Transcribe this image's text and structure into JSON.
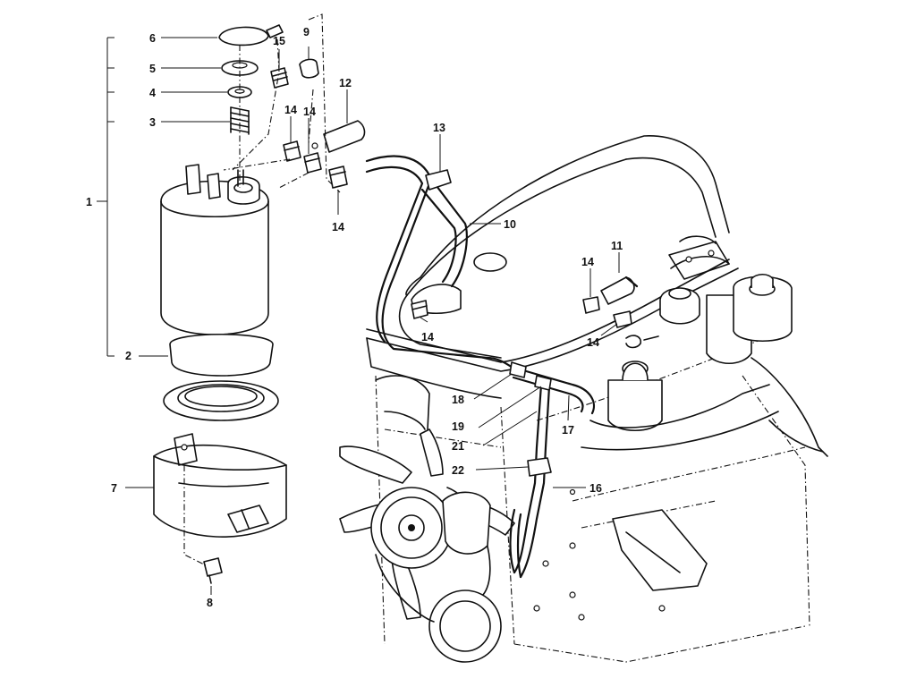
{
  "callouts": [
    {
      "id": "c1",
      "text": "1"
    },
    {
      "id": "c2",
      "text": "2"
    },
    {
      "id": "c3",
      "text": "3"
    },
    {
      "id": "c4",
      "text": "4"
    },
    {
      "id": "c5",
      "text": "5"
    },
    {
      "id": "c6",
      "text": "6"
    },
    {
      "id": "c7",
      "text": "7"
    },
    {
      "id": "c8",
      "text": "8"
    },
    {
      "id": "c9",
      "text": "9"
    },
    {
      "id": "c10",
      "text": "10"
    },
    {
      "id": "c11",
      "text": "11"
    },
    {
      "id": "c12",
      "text": "12"
    },
    {
      "id": "c13",
      "text": "13"
    },
    {
      "id": "c14a",
      "text": "14"
    },
    {
      "id": "c14b",
      "text": "14"
    },
    {
      "id": "c14c",
      "text": "14"
    },
    {
      "id": "c14d",
      "text": "14"
    },
    {
      "id": "c14e",
      "text": "14"
    },
    {
      "id": "c14f",
      "text": "14"
    },
    {
      "id": "c15",
      "text": "15"
    },
    {
      "id": "c16",
      "text": "16"
    },
    {
      "id": "c17",
      "text": "17"
    },
    {
      "id": "c18",
      "text": "18"
    },
    {
      "id": "c19",
      "text": "19"
    },
    {
      "id": "c21",
      "text": "21"
    },
    {
      "id": "c22",
      "text": "22"
    }
  ]
}
